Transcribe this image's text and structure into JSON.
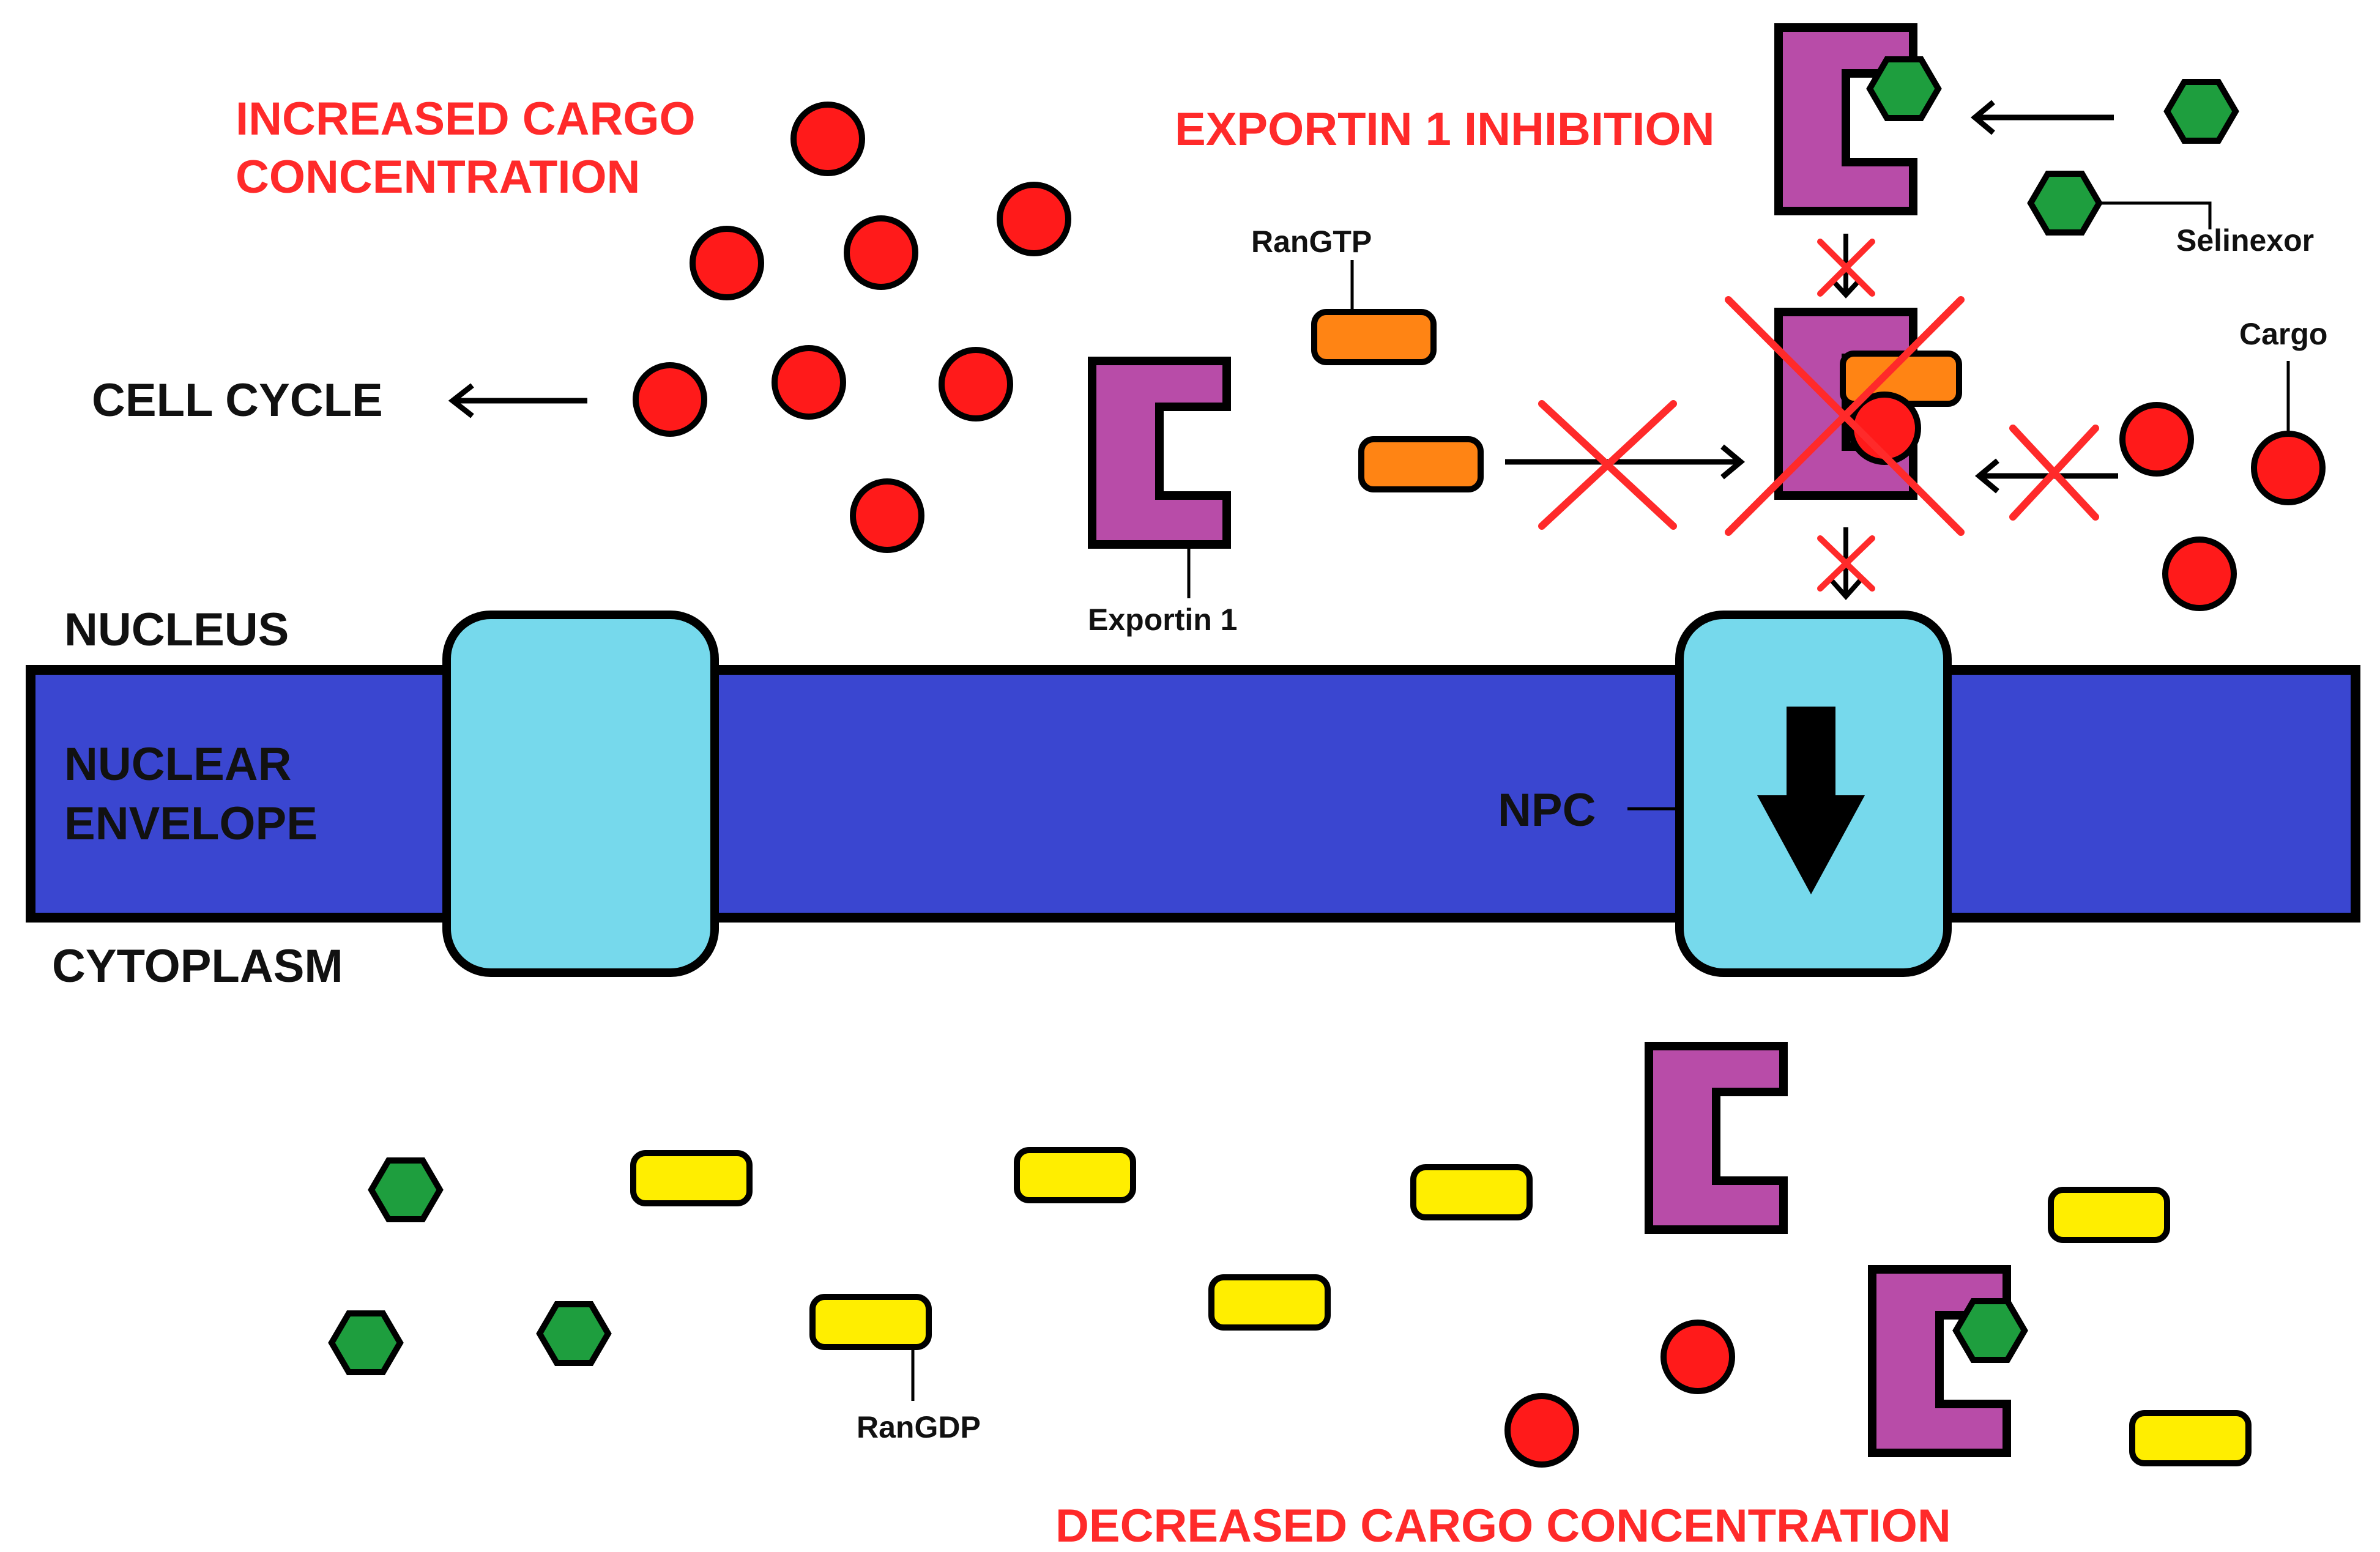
{
  "diagram": {
    "headings": {
      "increased_line1": "INCREASED CARGO",
      "increased_line2": "CONCENTRATION",
      "inhibition": "EXPORTIN 1 INHIBITION",
      "decreased": "DECREASED CARGO CONCENTRATION"
    },
    "regions": {
      "nucleus": "NUCLEUS",
      "envelope_line1": "NUCLEAR",
      "envelope_line2": "ENVELOPE",
      "cytoplasm": "CYTOPLASM"
    },
    "process": {
      "cell_cycle": "CELL CYCLE"
    },
    "labels": {
      "rangtp": "RanGTP",
      "exportin": "Exportin 1",
      "selinexor": "Selinexor",
      "cargo": "Cargo",
      "npc": "NPC",
      "rangdp": "RanGDP"
    },
    "colors": {
      "red_text": "#ff2a2a",
      "cargo": "#ff1a1a",
      "envelope": "#3a46d0",
      "npc": "#76d9ec",
      "exportin": "#b84ca8",
      "selinexor": "#1e9e3e",
      "rangtp": "#ff8414",
      "rangdp": "#ffee00"
    }
  }
}
